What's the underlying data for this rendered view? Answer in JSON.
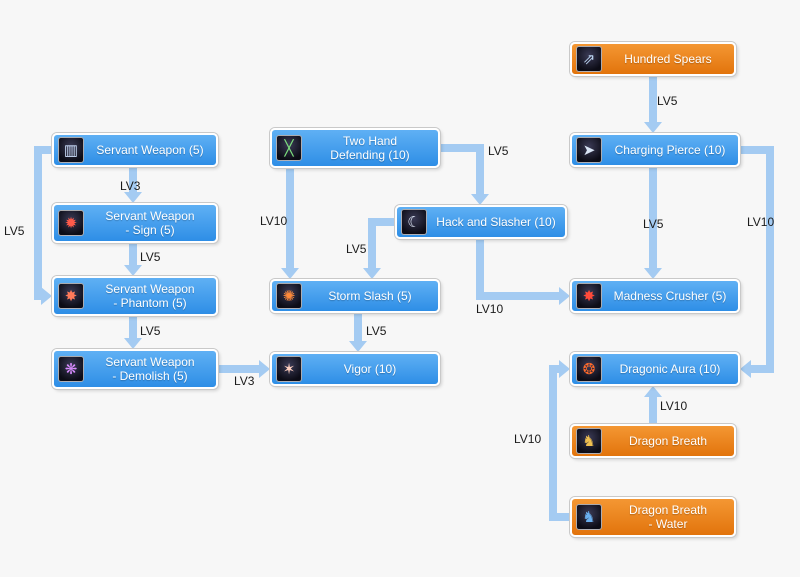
{
  "canvas": {
    "background": "#f7f7f7"
  },
  "colors": {
    "arrow": "#a4cbf2",
    "node_blue": "#3e9aec",
    "node_orange": "#ee8318",
    "label_text": "#1b1b1b",
    "node_text": "#ffffff"
  },
  "nodes": [
    {
      "id": "servant-weapon",
      "label": "Servant Weapon (5)",
      "type": "blue",
      "icon": {
        "name": "servant-weapon-icon",
        "glyph": "▥",
        "color": "#cfe2ff"
      }
    },
    {
      "id": "servant-weapon-sign",
      "label": "Servant Weapon\n- Sign (5)",
      "type": "blue",
      "icon": {
        "name": "servant-weapon-sign-icon",
        "glyph": "✹",
        "color": "#ff5a4a"
      }
    },
    {
      "id": "servant-weapon-phantom",
      "label": "Servant Weapon\n- Phantom (5)",
      "type": "blue",
      "icon": {
        "name": "servant-weapon-phantom-icon",
        "glyph": "✸",
        "color": "#ff7a5a"
      }
    },
    {
      "id": "servant-weapon-demolish",
      "label": "Servant Weapon\n- Demolish (5)",
      "type": "blue",
      "icon": {
        "name": "servant-weapon-demolish-icon",
        "glyph": "❋",
        "color": "#d98cff"
      }
    },
    {
      "id": "two-hand-defending",
      "label": "Two Hand\nDefending (10)",
      "type": "blue",
      "icon": {
        "name": "two-hand-defending-icon",
        "glyph": "╳",
        "color": "#7ee07e"
      }
    },
    {
      "id": "hack-and-slasher",
      "label": "Hack and Slasher (10)",
      "type": "blue",
      "icon": {
        "name": "hack-and-slasher-icon",
        "glyph": "☾",
        "color": "#e8f0ff"
      }
    },
    {
      "id": "storm-slash",
      "label": "Storm Slash (5)",
      "type": "blue",
      "icon": {
        "name": "storm-slash-icon",
        "glyph": "✺",
        "color": "#ff8a3a"
      }
    },
    {
      "id": "vigor",
      "label": "Vigor (10)",
      "type": "blue",
      "icon": {
        "name": "vigor-icon",
        "glyph": "✶",
        "color": "#ffd0c0"
      }
    },
    {
      "id": "hundred-spears",
      "label": "Hundred Spears",
      "type": "orange",
      "icon": {
        "name": "hundred-spears-icon",
        "glyph": "⇗",
        "color": "#bcd4f0"
      }
    },
    {
      "id": "charging-pierce",
      "label": "Charging Pierce (10)",
      "type": "blue",
      "icon": {
        "name": "charging-pierce-icon",
        "glyph": "➤",
        "color": "#d8e4f4"
      }
    },
    {
      "id": "madness-crusher",
      "label": "Madness Crusher (5)",
      "type": "blue",
      "icon": {
        "name": "madness-crusher-icon",
        "glyph": "✸",
        "color": "#ff4a3a"
      }
    },
    {
      "id": "dragonic-aura",
      "label": "Dragonic Aura (10)",
      "type": "blue",
      "icon": {
        "name": "dragonic-aura-icon",
        "glyph": "❂",
        "color": "#ff6a2a"
      }
    },
    {
      "id": "dragon-breath",
      "label": "Dragon Breath",
      "type": "orange",
      "icon": {
        "name": "dragon-breath-icon",
        "glyph": "♞",
        "color": "#f0c050"
      }
    },
    {
      "id": "dragon-breath-water",
      "label": "Dragon Breath\n- Water",
      "type": "orange",
      "icon": {
        "name": "dragon-breath-water-icon",
        "glyph": "♞",
        "color": "#6ab0f0"
      }
    }
  ],
  "links": [
    {
      "from": "servant-weapon",
      "to": "servant-weapon-sign",
      "label": "LV3"
    },
    {
      "from": "servant-weapon-sign",
      "to": "servant-weapon-phantom",
      "label": "LV5"
    },
    {
      "from": "servant-weapon",
      "to": "servant-weapon-phantom",
      "label": "LV5"
    },
    {
      "from": "servant-weapon-phantom",
      "to": "servant-weapon-demolish",
      "label": "LV5"
    },
    {
      "from": "servant-weapon-demolish",
      "to": "vigor",
      "label": "LV3"
    },
    {
      "from": "two-hand-defending",
      "to": "storm-slash",
      "label": "LV10"
    },
    {
      "from": "two-hand-defending",
      "to": "hack-and-slasher",
      "label": "LV5"
    },
    {
      "from": "hack-and-slasher",
      "to": "storm-slash",
      "label": "LV5"
    },
    {
      "from": "hack-and-slasher",
      "to": "madness-crusher",
      "label": "LV10"
    },
    {
      "from": "storm-slash",
      "to": "vigor",
      "label": "LV5"
    },
    {
      "from": "hundred-spears",
      "to": "charging-pierce",
      "label": "LV5"
    },
    {
      "from": "charging-pierce",
      "to": "madness-crusher",
      "label": "LV5"
    },
    {
      "from": "charging-pierce",
      "to": "dragonic-aura",
      "label": "LV10"
    },
    {
      "from": "dragon-breath",
      "to": "dragonic-aura",
      "label": "LV10"
    },
    {
      "from": "dragon-breath-water",
      "to": "dragonic-aura",
      "label": "LV10"
    }
  ]
}
